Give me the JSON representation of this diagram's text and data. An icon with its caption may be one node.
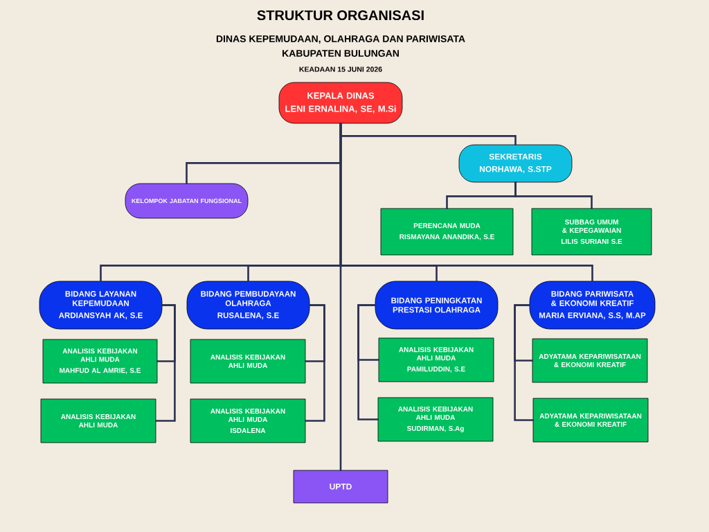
{
  "diagram": {
    "title": "STRUKTUR ORGANISASI",
    "nodes": [
      {
        "text": [
          "KEPALA DINAS",
          "LENI ERNALINA, SE, M.Si"
        ]
      },
      {
        "text": [
          "SEKRETARIS",
          "NORHAWA, S.STP"
        ]
      },
      {
        "text": [
          "KELOMPOK JABATAN FUNGSIONAL"
        ]
      },
      {
        "text": [
          "PERENCANA MUDA",
          "RISMAYANA ANANDIKA, S.E"
        ]
      },
      {
        "text": [
          "SUBBAG UMUM & KEPEGAWAIAN",
          "LILIS SURIANI S.E"
        ]
      },
      {
        "text": [
          "BIDANG LAYANAN KEPEMUDAAN",
          "ARDIANSYAH AK, S.E"
        ]
      },
      {
        "text": [
          "ANALISIS KEBIJAKAN AHLI MUDA",
          "MAHFUD AL AMRIE, S.E"
        ]
      },
      {
        "text": [
          "ANALISIS KEBIJAKAN AHLI MUDA"
        ]
      },
      {
        "text": [
          "BIDANG PEMBUDAYAAN OLAHRAGA",
          "RUSALENA, S.E"
        ]
      },
      {
        "text": [
          "ANALISIS KEBIJAKAN AHLI MUDA"
        ]
      },
      {
        "text": [
          "ANALISIS KEBIJAKAN AHLI MUDA",
          "ISDALENA"
        ]
      },
      {
        "text": [
          "BIDANG PENINGKATAN PRESTASI OLAHRAGA"
        ]
      },
      {
        "text": [
          "ANALISIS KEBIJAKAN AHLI MUDA",
          "PAMILUDDIN, S.E"
        ]
      },
      {
        "text": [
          "ANALISIS KEBIJAKAN AHLI MUDA",
          "SUDIRMAN, S.Ag"
        ]
      },
      {
        "text": [
          "BIDANG PARIWISATA & EKONOMI KREATIF",
          "MARIA ERVIANA, S.S, M.AP"
        ]
      },
      {
        "text": [
          "ADYATAMA KEPARIWISATAAN & EKONOMI KREATIF"
        ]
      },
      {
        "text": [
          "ADYATAMA KEPARIWISATAAN & EKONOMI KREATIF"
        ]
      },
      {
        "text": [
          "UPTD"
        ]
      }
    ],
    "edges": [
      {
        "from": 0,
        "to": 1,
        "arrow": "none"
      },
      {
        "from": 0,
        "to": 2,
        "arrow": "none"
      },
      {
        "from": 0,
        "to": 5,
        "arrow": "none"
      },
      {
        "from": 0,
        "to": 8,
        "arrow": "none"
      },
      {
        "from": 0,
        "to": 11,
        "arrow": "none"
      },
      {
        "from": 0,
        "to": 14,
        "arrow": "none"
      },
      {
        "from": 0,
        "to": 17,
        "arrow": "none"
      },
      {
        "from": 1,
        "to": 3,
        "arrow": "none"
      },
      {
        "from": 1,
        "to": 4,
        "arrow": "none"
      },
      {
        "from": 5,
        "to": 6,
        "arrow": "none"
      },
      {
        "from": 5,
        "to": 7,
        "arrow": "none"
      },
      {
        "from": 8,
        "to": 9,
        "arrow": "none"
      },
      {
        "from": 8,
        "to": 10,
        "arrow": "none"
      },
      {
        "from": 11,
        "to": 12,
        "arrow": "none"
      },
      {
        "from": 11,
        "to": 13,
        "arrow": "none"
      },
      {
        "from": 14,
        "to": 15,
        "arrow": "none"
      },
      {
        "from": 14,
        "to": 16,
        "arrow": "none"
      }
    ],
    "labels": [
      "DINAS KEPEMUDAAN, OLAHRAGA DAN PARIWISATA",
      "KABUPATEN BULUNGAN",
      "KEADAAN 15 JUNI 2026"
    ]
  }
}
